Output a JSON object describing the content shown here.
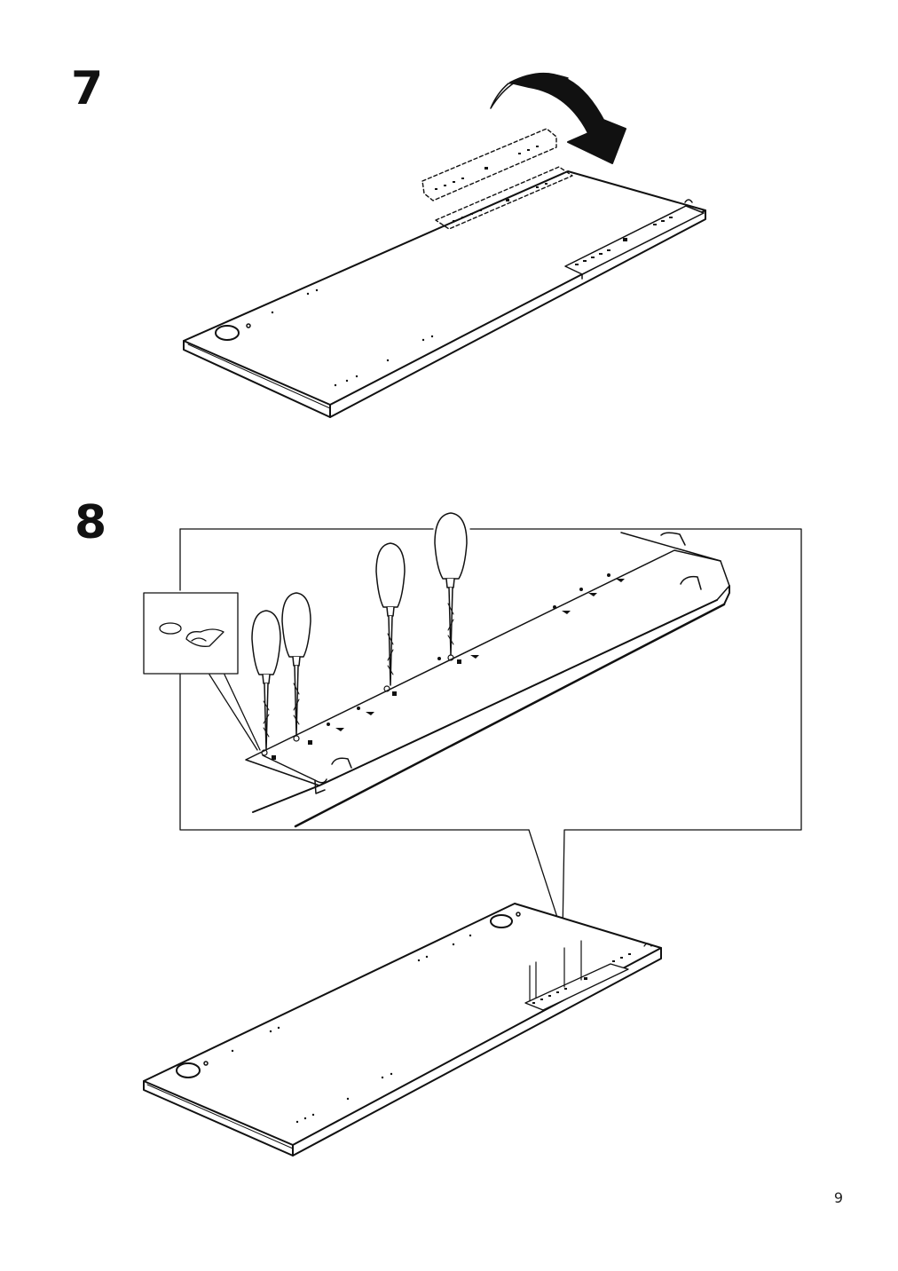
{
  "page": {
    "number": "9"
  },
  "steps": [
    {
      "number": "7"
    },
    {
      "number": "8"
    }
  ],
  "icons": {
    "rotate_arrow": "curved-flip-arrow-icon",
    "screwdriver": "screwdriver-icon",
    "pilot_hole": "pilot-hole-detail-icon"
  },
  "colors": {
    "ink": "#111111",
    "paper": "#ffffff"
  }
}
